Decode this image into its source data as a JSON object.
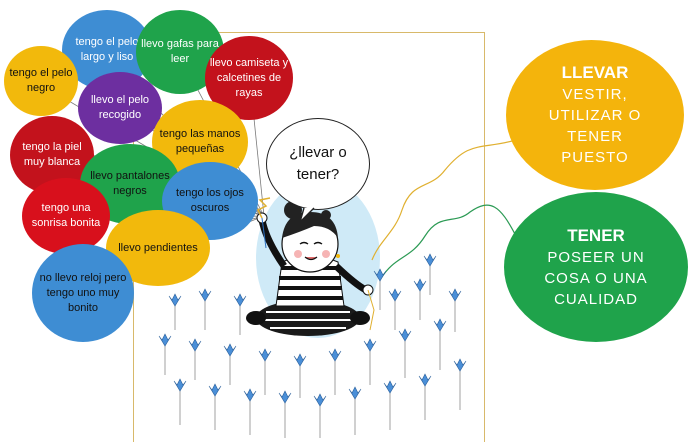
{
  "speech_bubble": "¿llevar o tener?",
  "balloons": [
    {
      "id": "pelo-largo",
      "text": "tengo el pelo largo y liso",
      "color": "#3e8dd3"
    },
    {
      "id": "gafas",
      "text": "llevo gafas para leer",
      "color": "#1fa34b"
    },
    {
      "id": "camiseta",
      "text": "llevo camiseta y calcetines de rayas",
      "color": "#c3121c"
    },
    {
      "id": "pelo-negro",
      "text": "tengo el pelo negro",
      "color": "#f2b90c"
    },
    {
      "id": "recogido",
      "text": "llevo el pelo recogido",
      "color": "#6d2fa0"
    },
    {
      "id": "manos",
      "text": "tengo las manos pequeñas",
      "color": "#f2b90c"
    },
    {
      "id": "piel",
      "text": "tengo la piel muy blanca",
      "color": "#c3121c"
    },
    {
      "id": "pantalones",
      "text": "llevo pantalones negros",
      "color": "#1fa34b"
    },
    {
      "id": "ojos",
      "text": "tengo los ojos oscuros",
      "color": "#3e8dd3"
    },
    {
      "id": "sonrisa",
      "text": "tengo una sonrisa bonita",
      "color": "#d8101c"
    },
    {
      "id": "pendientes",
      "text": "llevo pendientes",
      "color": "#f2b90c"
    },
    {
      "id": "reloj",
      "text": "no llevo reloj pero tengo uno muy bonito",
      "color": "#3e8dd3"
    }
  ],
  "definitions": {
    "llevar": {
      "head": "LLEVAR",
      "body": "VESTIR, UTILIZAR O TENER PUESTO",
      "color": "#f4b40c"
    },
    "tener": {
      "head": "TENER",
      "body": "POSEER UN COSA O UNA CUALIDAD",
      "color": "#1fa34b"
    }
  }
}
